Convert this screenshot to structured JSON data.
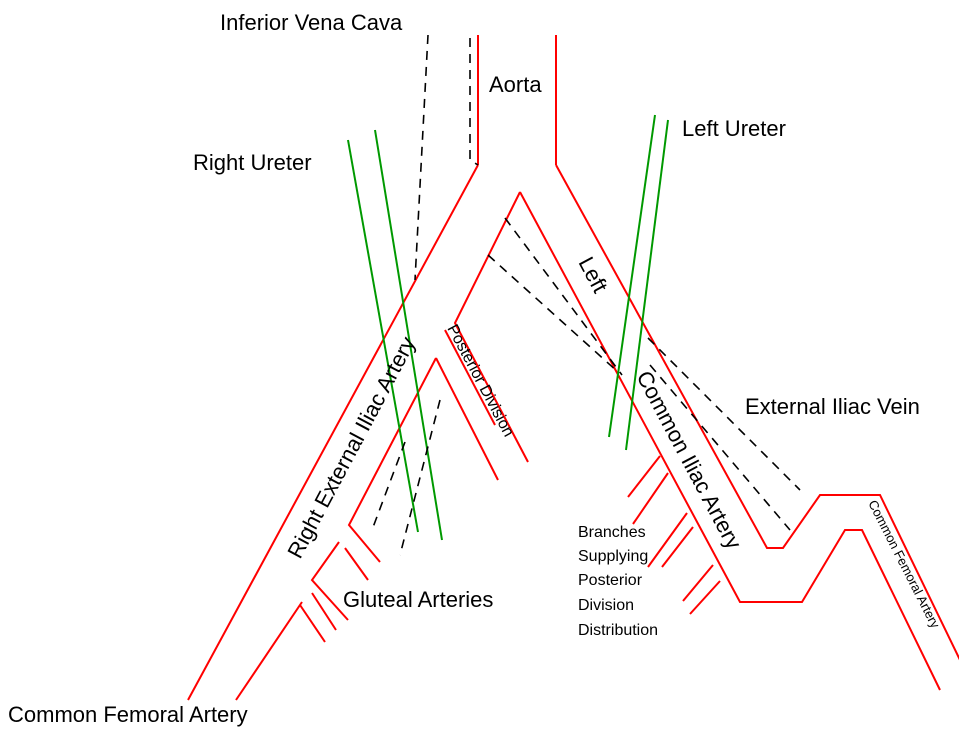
{
  "labels": {
    "inferior_vena_cava": "Inferior Vena Cava",
    "aorta": "Aorta",
    "left_ureter": "Left Ureter",
    "right_ureter": "Right Ureter",
    "left": "Left",
    "right_external_iliac_artery": "Right External Iliac Artery",
    "posterior_division": "Posterior Division",
    "common_iliac_artery": "Common Iliac Artery",
    "external_iliac_vein": "External Iliac Vein",
    "branches_line1": "Branches",
    "branches_line2": "Supplying",
    "branches_line3": "Posterior",
    "branches_line4": "Division",
    "branches_line5": "Distribution",
    "gluteal_arteries": "Gluteal Arteries",
    "common_femoral_artery_bottom": "Common Femoral Artery",
    "common_femoral_artery_right": "Common Femoral Artery"
  },
  "colors": {
    "artery": "#ff0000",
    "ureter": "#009900",
    "vein": "#000000",
    "background": "#ffffff"
  }
}
